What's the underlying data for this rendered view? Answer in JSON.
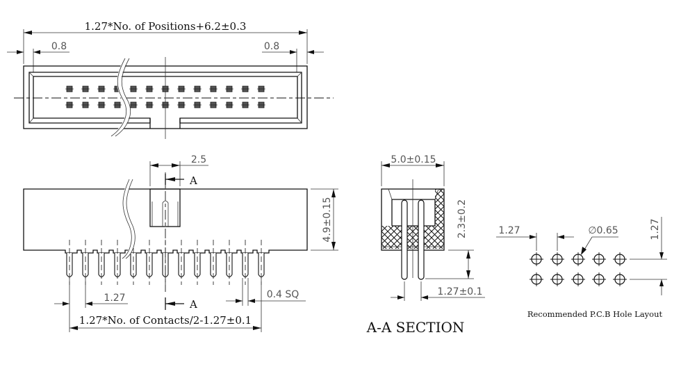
{
  "top_view": {
    "overall_length": "1.27*No. of Positions+6.2±0.3",
    "wall_left": "0.8",
    "wall_right": "0.8",
    "pins_per_row": 13
  },
  "side_view": {
    "key_width": "2.5",
    "section_marker_top": "A",
    "section_marker_bottom": "A",
    "height": "4.9±0.15",
    "pitch": "1.27",
    "pin_size": "0.4 SQ",
    "pin_span": "1.27*No. of Contacts/2-1.27±0.1",
    "pins": 13
  },
  "section_view": {
    "width": "5.0±0.15",
    "tail_length": "2.3±0.2",
    "row_pitch": "1.27±0.1",
    "title": "A-A SECTION"
  },
  "pcb_layout": {
    "pitch_x": "1.27",
    "hole_diameter": "∅0.65",
    "pitch_y": "1.27",
    "columns": 5,
    "rows": 2,
    "caption": "Recommended P.C.B  Hole Layout"
  }
}
